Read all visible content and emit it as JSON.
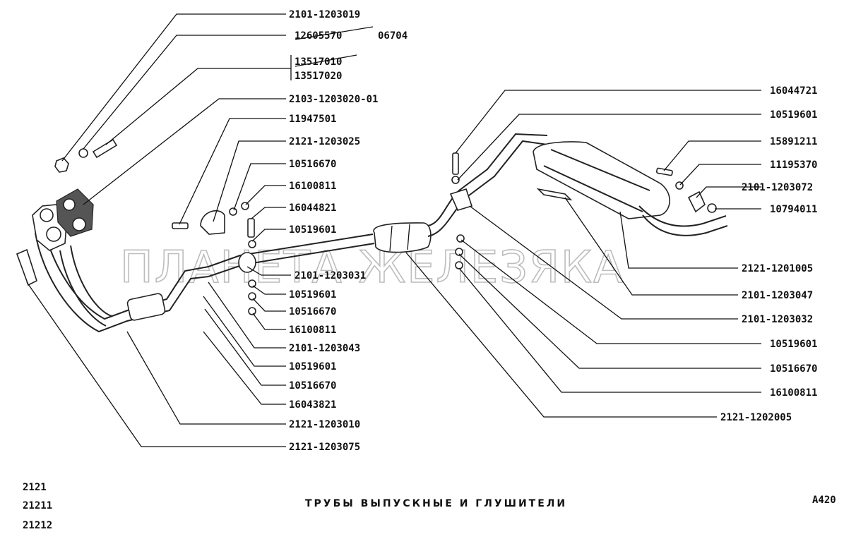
{
  "watermark": "ПЛАНЕТА ЖЕЛЕЗЯКА",
  "title": "ТРУБЫ ВЫПУСКНЫЕ И ГЛУШИТЕЛИ",
  "page_code": "A420",
  "models": [
    "2121",
    "21211",
    "21212"
  ],
  "labels_left": [
    "2101-1203019",
    "12605570",
    "06704",
    "13517010",
    "13517020",
    "2103-1203020-01",
    "11947501",
    "2121-1203025",
    "10516670",
    "16100811",
    "16044821",
    "10519601",
    "2101-1203031",
    "10519601",
    "10516670",
    "16100811",
    "2101-1203043",
    "10519601",
    "10516670",
    "16043821",
    "2121-1203010",
    "2121-1203075"
  ],
  "labels_right": [
    "16044721",
    "10519601",
    "15891211",
    "11195370",
    "2101-1203072",
    "10794011",
    "2121-1201005",
    "2101-1203047",
    "2101-1203032",
    "10519601",
    "10516670",
    "16100811",
    "2121-1202005"
  ]
}
